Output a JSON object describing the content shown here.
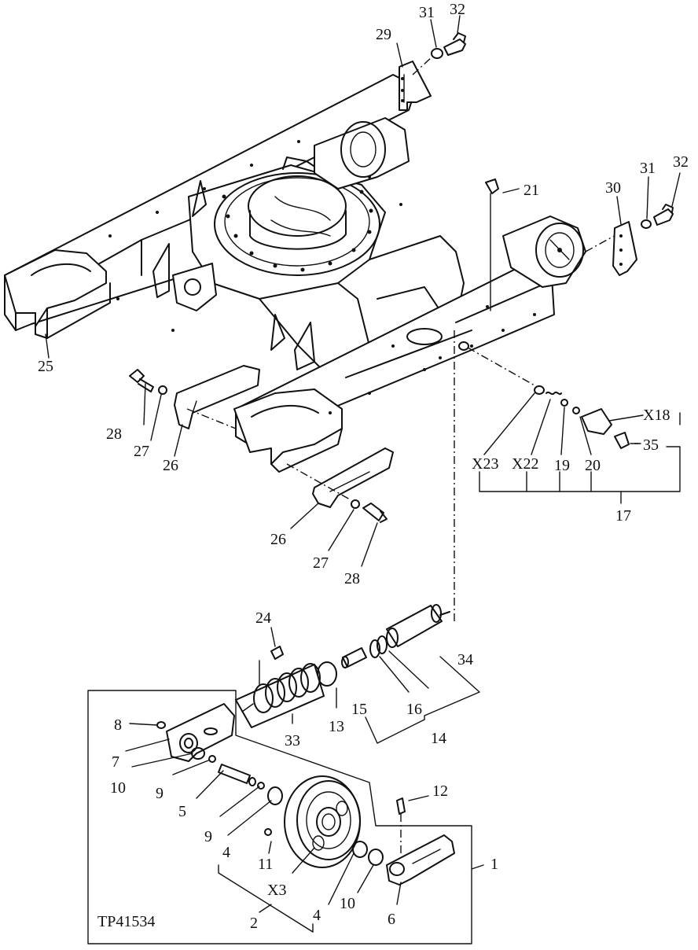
{
  "figure_code": "TP41534",
  "callouts": {
    "c1": "1",
    "c2": "2",
    "c3": "X3",
    "c4a": "4",
    "c4b": "4",
    "c5": "5",
    "c6": "6",
    "c7": "7",
    "c8": "8",
    "c9a": "9",
    "c9b": "9",
    "c10a": "10",
    "c10b": "10",
    "c11": "11",
    "c12": "12",
    "c13": "13",
    "c14": "14",
    "c15": "15",
    "c16": "16",
    "c17": "17",
    "c18": "X18",
    "c19": "19",
    "c20": "20",
    "c21": "21",
    "c22": "X22",
    "c23": "X23",
    "c24": "24",
    "c25": "25",
    "c26a": "26",
    "c26b": "26",
    "c27a": "27",
    "c27b": "27",
    "c28a": "28",
    "c28b": "28",
    "c29": "29",
    "c30": "30",
    "c31a": "31",
    "c31b": "31",
    "c32a": "32",
    "c32b": "32",
    "c33": "33",
    "c34": "34",
    "c35": "35"
  }
}
